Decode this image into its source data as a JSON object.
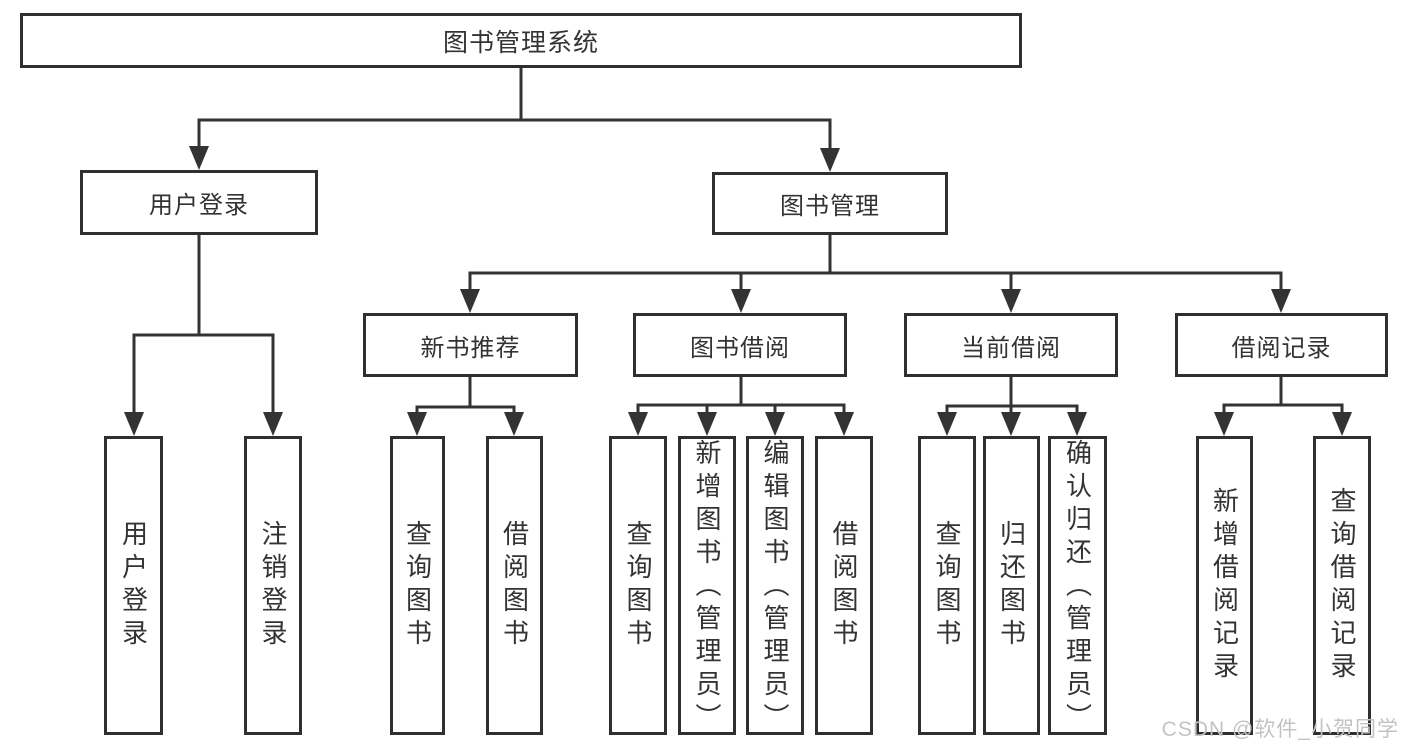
{
  "tree": {
    "label": "图书管理系统",
    "children": [
      {
        "label": "用户登录",
        "children": [
          {
            "label": "用户登录"
          },
          {
            "label": "注销登录"
          }
        ]
      },
      {
        "label": "图书管理",
        "children": [
          {
            "label": "新书推荐",
            "children": [
              {
                "label": "查询图书"
              },
              {
                "label": "借阅图书"
              }
            ]
          },
          {
            "label": "图书借阅",
            "children": [
              {
                "label": "查询图书"
              },
              {
                "label": "新增图书（管理员）"
              },
              {
                "label": "编辑图书（管理员）"
              },
              {
                "label": "借阅图书"
              }
            ]
          },
          {
            "label": "当前借阅",
            "children": [
              {
                "label": "查询图书"
              },
              {
                "label": "归还图书"
              },
              {
                "label": "确认归还（管理员）"
              }
            ]
          },
          {
            "label": "借阅记录",
            "children": [
              {
                "label": "新增借阅记录"
              },
              {
                "label": "查询借阅记录"
              }
            ]
          }
        ]
      }
    ]
  },
  "colors": {
    "line": "#333333",
    "border": "#2f2f2f",
    "text": "#333333",
    "watermark": "#c3c3c3",
    "background": "#ffffff"
  },
  "watermark": "CSDN @软件_小贺同学"
}
